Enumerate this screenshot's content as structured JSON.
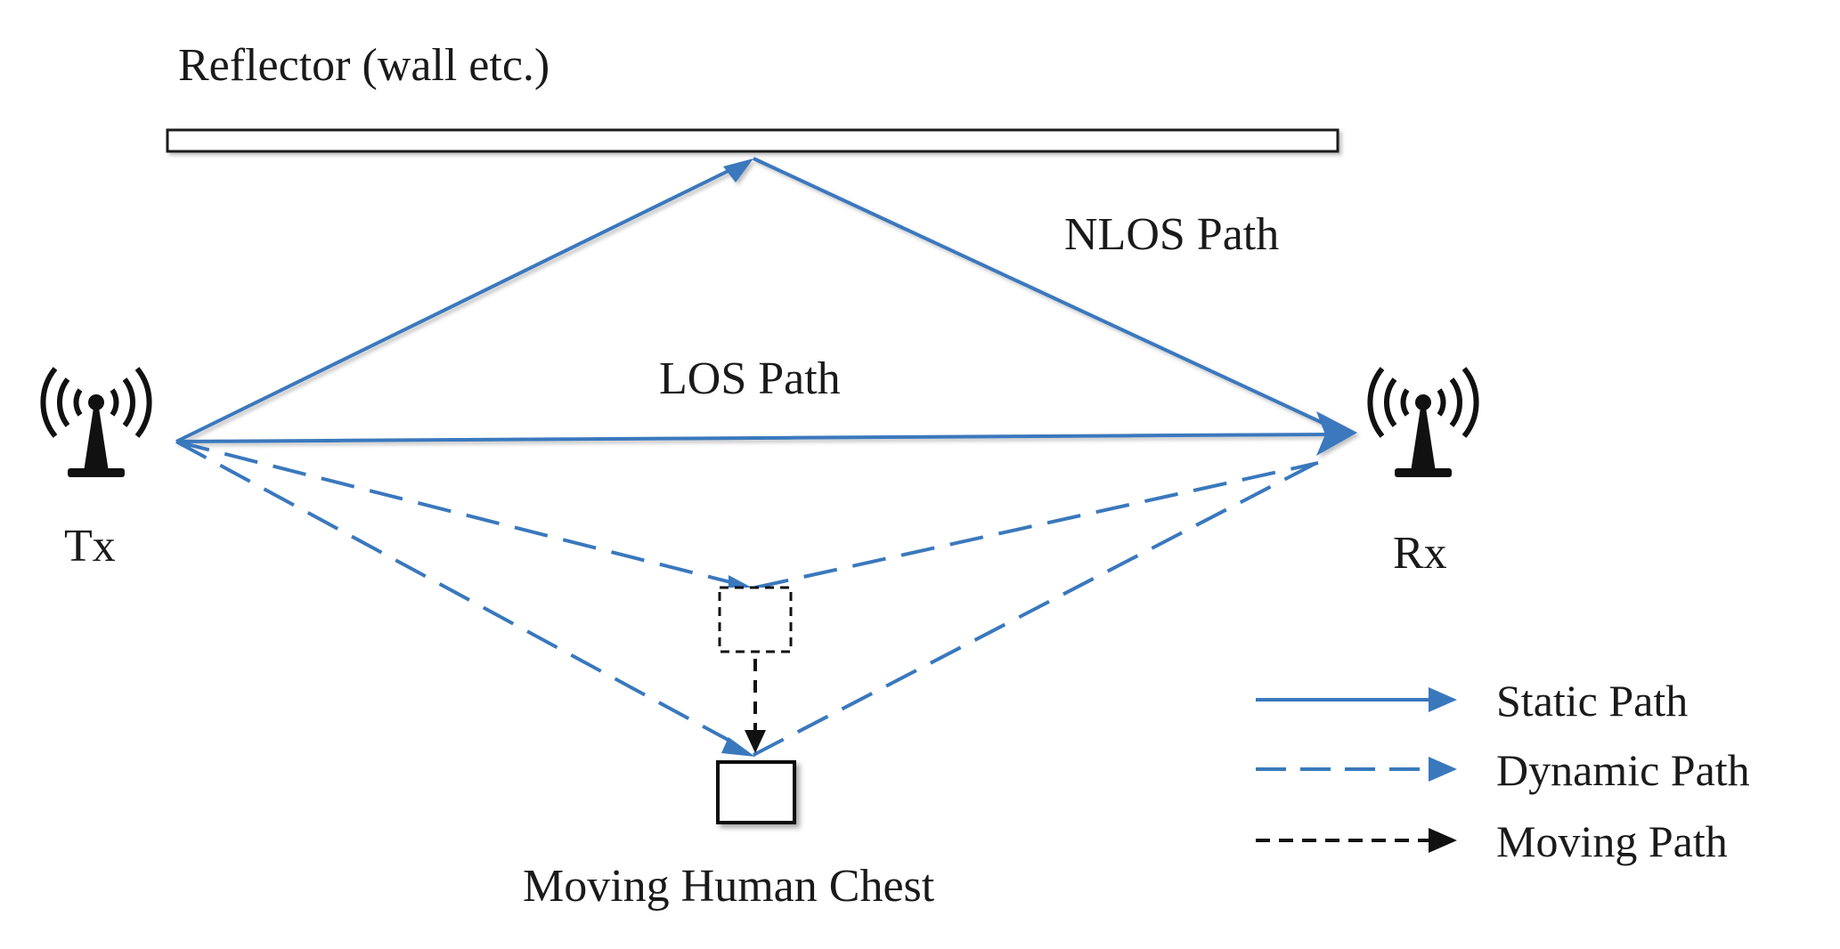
{
  "reflector": {
    "label": "Reflector (wall etc.)"
  },
  "paths": {
    "nlos": "NLOS Path",
    "los": "LOS Path"
  },
  "tx": {
    "label": "Tx",
    "icon": "antenna-icon"
  },
  "rx": {
    "label": "Rx",
    "icon": "antenna-icon"
  },
  "chest": {
    "label": "Moving Human Chest"
  },
  "legend": {
    "static": "Static Path",
    "dynamic": "Dynamic Path",
    "moving": "Moving Path"
  },
  "colors": {
    "path": "#3a78bd",
    "moving": "#111111",
    "text": "#1a1a1a"
  }
}
